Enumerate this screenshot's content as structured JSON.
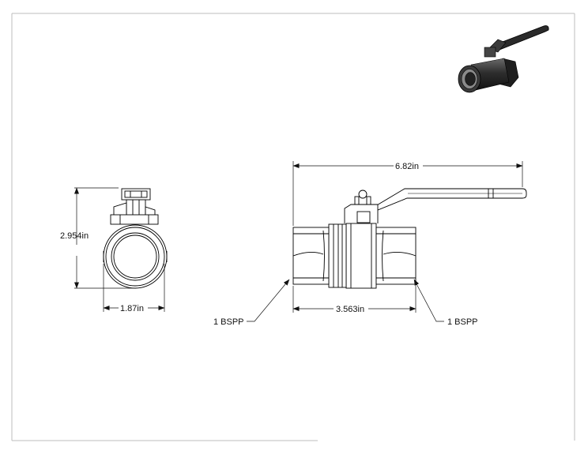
{
  "drawing": {
    "side_view": {
      "height_label": "2.954in",
      "width_label": "1.87in"
    },
    "front_view": {
      "overall_length_label": "6.82in",
      "body_length_label": "3.563in",
      "left_thread_label": "1 BSPP",
      "right_thread_label": "1 BSPP"
    }
  }
}
